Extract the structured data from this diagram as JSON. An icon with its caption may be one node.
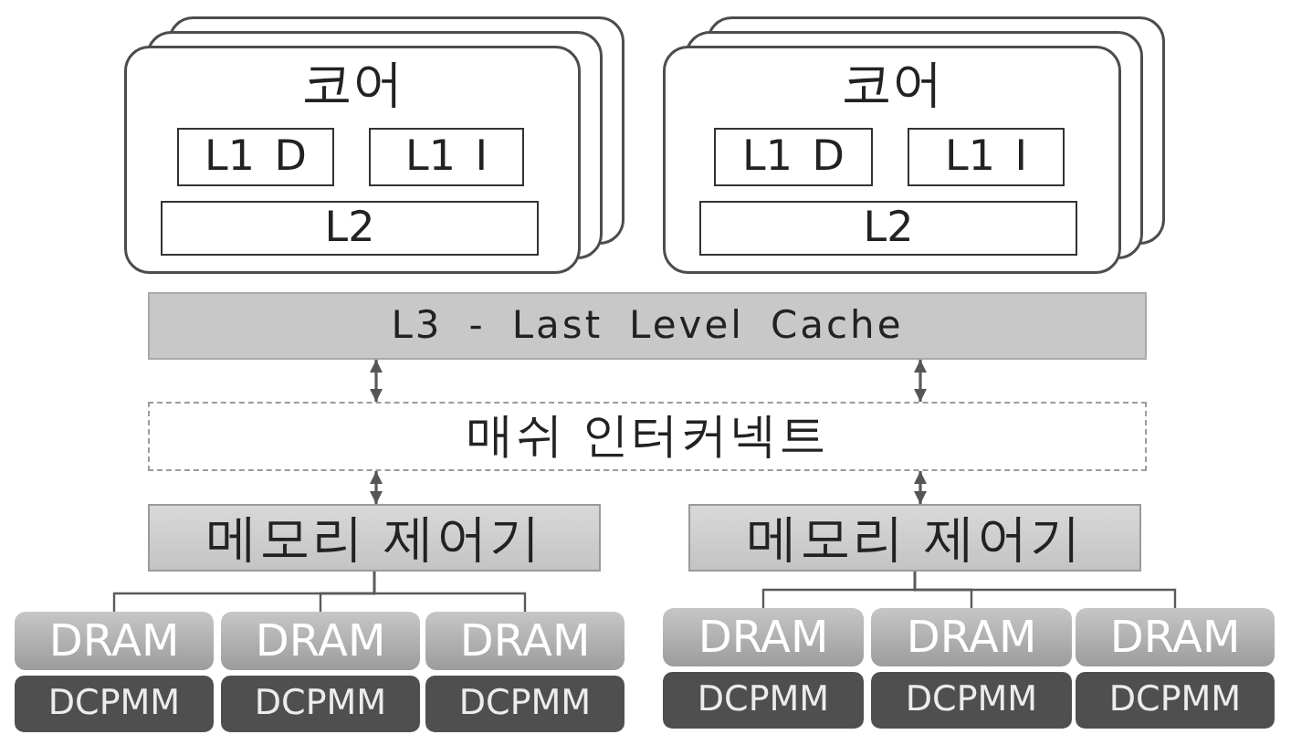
{
  "diagram": {
    "nodes": [
      {
        "text": [
          "코어"
        ]
      },
      {
        "text": [
          "L1 D"
        ],
        "in": 0
      },
      {
        "text": [
          "L1 I"
        ],
        "in": 0
      },
      {
        "text": [
          "L2"
        ],
        "in": 0
      },
      {
        "text": [
          "코어"
        ]
      },
      {
        "text": [
          "L1 D"
        ],
        "in": 4
      },
      {
        "text": [
          "L1 I"
        ],
        "in": 4
      },
      {
        "text": [
          "L2"
        ],
        "in": 4
      },
      {
        "text": [
          "L3 - Last Level Cache"
        ]
      },
      {
        "text": [
          "매쉬 인터커넥트"
        ]
      },
      {
        "text": [
          "메모리 제어기"
        ]
      },
      {
        "text": [
          "메모리 제어기"
        ]
      },
      {
        "text": [
          "DRAM"
        ]
      },
      {
        "text": [
          "DRAM"
        ]
      },
      {
        "text": [
          "DRAM"
        ]
      },
      {
        "text": [
          "DRAM"
        ]
      },
      {
        "text": [
          "DRAM"
        ]
      },
      {
        "text": [
          "DRAM"
        ]
      },
      {
        "text": [
          "DCPMM"
        ]
      },
      {
        "text": [
          "DCPMM"
        ]
      },
      {
        "text": [
          "DCPMM"
        ]
      },
      {
        "text": [
          "DCPMM"
        ]
      },
      {
        "text": [
          "DCPMM"
        ]
      },
      {
        "text": [
          "DCPMM"
        ]
      }
    ],
    "edges": [
      {
        "from": 8,
        "to": 9,
        "arrow": "both"
      },
      {
        "from": 8,
        "to": 9,
        "arrow": "both"
      },
      {
        "from": 9,
        "to": 10,
        "arrow": "both"
      },
      {
        "from": 9,
        "to": 11,
        "arrow": "both"
      },
      {
        "from": 10,
        "to": 12,
        "arrow": "none"
      },
      {
        "from": 10,
        "to": 13,
        "arrow": "none"
      },
      {
        "from": 10,
        "to": 14,
        "arrow": "none"
      },
      {
        "from": 11,
        "to": 15,
        "arrow": "none"
      },
      {
        "from": 11,
        "to": 16,
        "arrow": "none"
      },
      {
        "from": 11,
        "to": 17,
        "arrow": "none"
      }
    ]
  }
}
